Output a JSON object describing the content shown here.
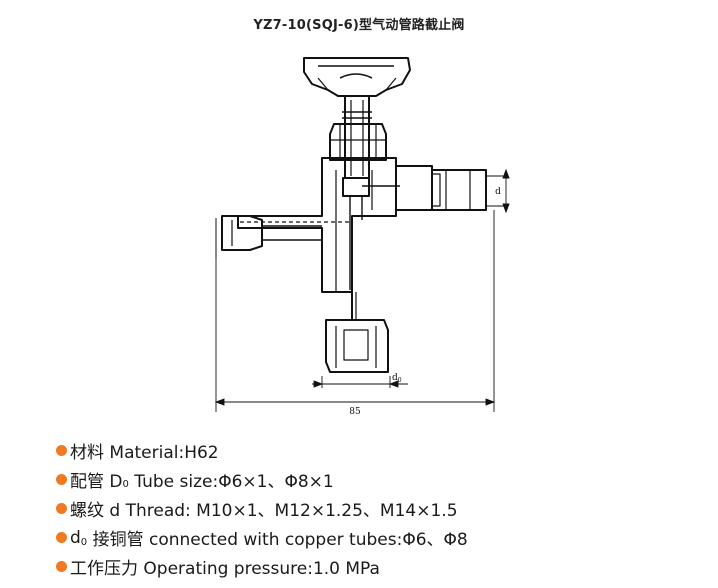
{
  "title": "YZ7-10(SQJ-6)型气动管路截止阀",
  "drawing": {
    "dim_width": "85",
    "dim_d": "d",
    "dim_d0": "d",
    "dim_d0_sub": "0"
  },
  "colors": {
    "bullet": "#f07a21",
    "line": "#111111"
  },
  "specs": [
    {
      "text": "材料 Material:H62"
    },
    {
      "pre": "配管 D",
      "sub": "0",
      "post": " Tube size:Φ6×1、Φ8×1"
    },
    {
      "text": "螺纹 d Thread: M10×1、M12×1.25、M14×1.5"
    },
    {
      "pre": "d",
      "sub": "0",
      "post": " 接铜管 connected with copper tubes:Φ6、Φ8"
    },
    {
      "text": "工作压力 Operating pressure:1.0 MPa"
    }
  ]
}
